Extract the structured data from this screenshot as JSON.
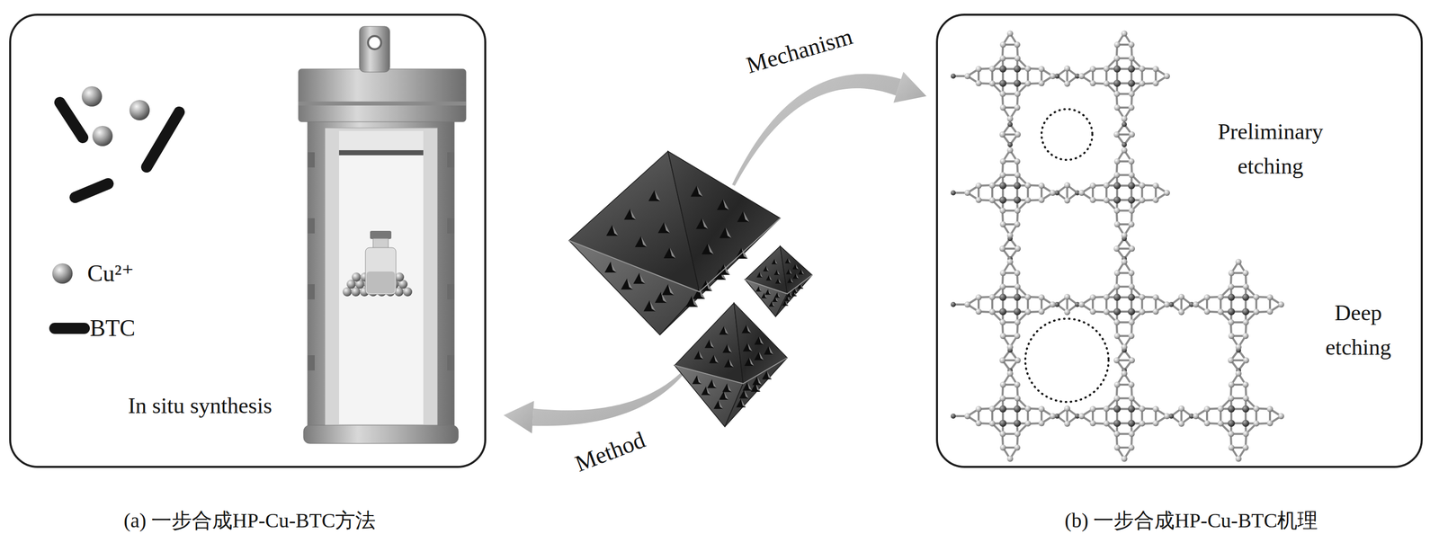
{
  "diagram": {
    "nodes": [
      {
        "text": [
          "In situ synthesis",
          "(a) 一步合成HP-Cu-BTC方法"
        ]
      },
      {
        "text": [
          "Preliminary etching",
          "Deep etching",
          "(b) 一步合成HP-Cu-BTC机理"
        ]
      }
    ],
    "labels": [
      "Mechanism",
      "Method"
    ],
    "legend": [
      {
        "text": "Cu²⁺"
      },
      {
        "text": "BTC"
      }
    ]
  }
}
